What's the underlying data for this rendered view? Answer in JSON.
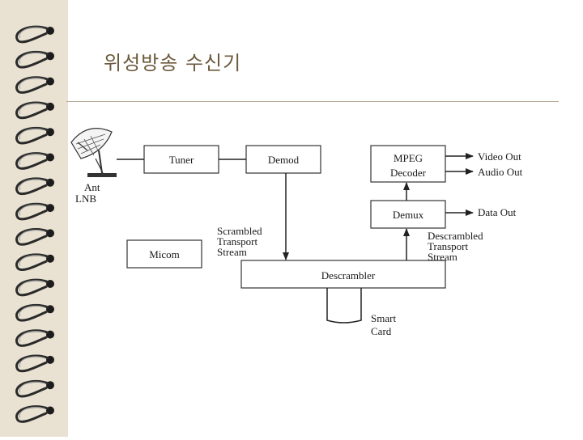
{
  "title": "위성방송 수신기",
  "diagram": {
    "blocks": {
      "tuner": "Tuner",
      "demod": "Demod",
      "mpeg_line1": "MPEG",
      "mpeg_line2": "Decoder",
      "demux": "Demux",
      "micom": "Micom",
      "descrambler": "Descrambler"
    },
    "labels": {
      "ant1": "Ant",
      "ant2": "LNB",
      "scr1": "Scrambled",
      "scr2": "Transport",
      "scr3": "Stream",
      "des1": "Descrambled",
      "des2": "Transport",
      "des3": "Stream",
      "smart1": "Smart",
      "smart2": "Card",
      "video_out": "Video Out",
      "audio_out": "Audio Out",
      "data_out": "Data Out"
    }
  },
  "colors": {
    "binder_bg": "#e9e2d2",
    "title_color": "#6b5a3c",
    "rule_color": "#b8ad9a"
  }
}
